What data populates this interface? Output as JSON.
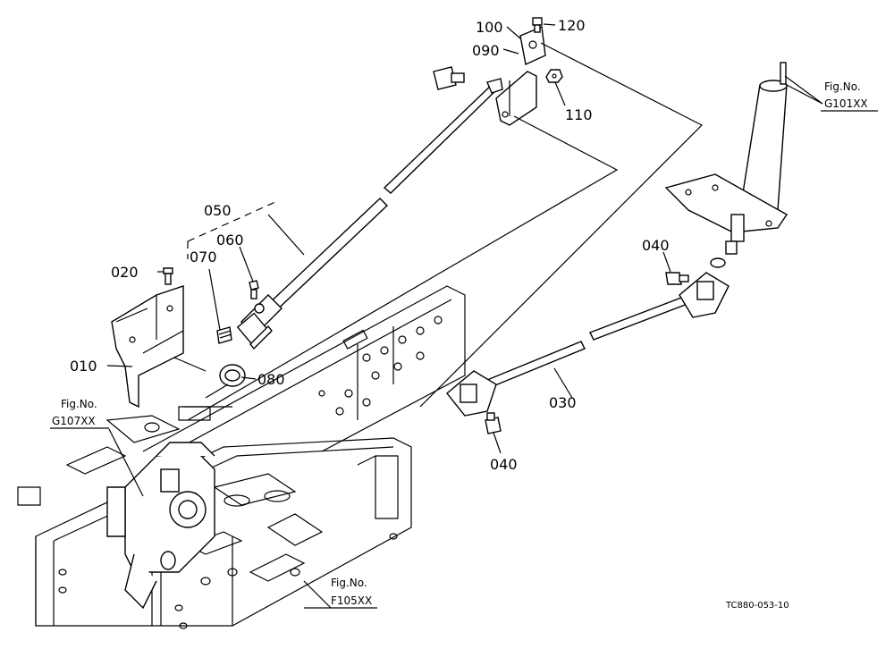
{
  "callouts": [
    {
      "id": "c100",
      "text": "100"
    },
    {
      "id": "c120",
      "text": "120"
    },
    {
      "id": "c090",
      "text": "090"
    },
    {
      "id": "c110",
      "text": "110"
    },
    {
      "id": "c050",
      "text": "050"
    },
    {
      "id": "c060",
      "text": "060"
    },
    {
      "id": "c070",
      "text": "070"
    },
    {
      "id": "c020",
      "text": "020"
    },
    {
      "id": "c010",
      "text": "010"
    },
    {
      "id": "c080",
      "text": "080"
    },
    {
      "id": "c040a",
      "text": "040"
    },
    {
      "id": "c030",
      "text": "030"
    },
    {
      "id": "c040b",
      "text": "040"
    }
  ],
  "figure_refs": {
    "g101": {
      "label": "Fig.No.",
      "code": "G101XX"
    },
    "g107": {
      "label": "Fig.No.",
      "code": "G107XX"
    },
    "f105": {
      "label": "Fig.No.",
      "code": "F105XX"
    }
  },
  "drawing_code": "TC880-053-10"
}
